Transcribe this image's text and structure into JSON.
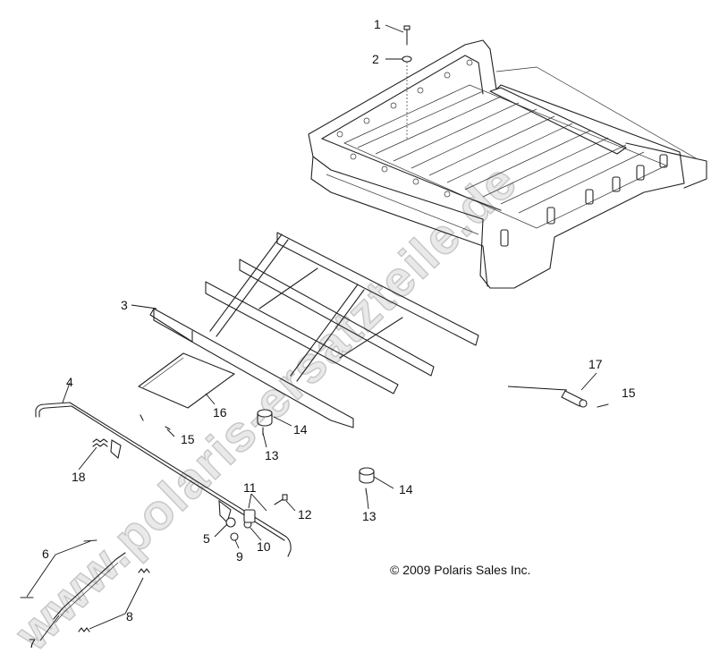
{
  "callouts": {
    "c1": "1",
    "c2": "2",
    "c3": "3",
    "c4": "4",
    "c5": "5",
    "c6": "6",
    "c7": "7",
    "c8": "8",
    "c9": "9",
    "c10": "10",
    "c11": "11",
    "c12": "12",
    "c13a": "13",
    "c14a": "14",
    "c13b": "13",
    "c14b": "14",
    "c15a": "15",
    "c15b": "15",
    "c16": "16",
    "c17": "17",
    "c18": "18"
  },
  "copyright": "© 2009 Polaris Sales Inc.",
  "watermark": "www.polaris-ersatzteile.de",
  "colors": {
    "line": "#222222",
    "watermark": "#c8c8c8",
    "background": "#ffffff"
  }
}
